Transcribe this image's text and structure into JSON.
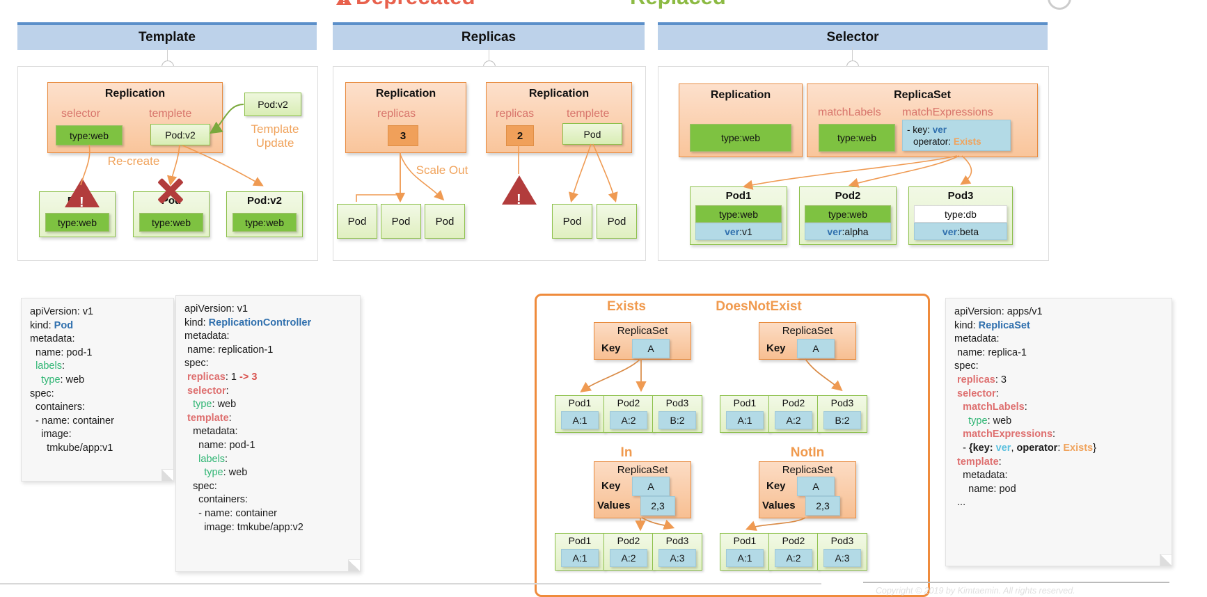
{
  "banner": {
    "deprecated": "Deprecated",
    "replaced": "Replaced"
  },
  "columns": [
    {
      "id": "template",
      "title": "Template"
    },
    {
      "id": "replicas",
      "title": "Replicas"
    },
    {
      "id": "selector",
      "title": "Selector"
    }
  ],
  "template_panel": {
    "controller": {
      "title": "Replication",
      "selector_label": "selector",
      "template_label": "templete",
      "selector_value": "type:web",
      "template_value": "Pod:v2"
    },
    "new_template_chip": "Pod:v2",
    "annotations": {
      "template_update": "Template\nUpdate",
      "recreate": "Re-create"
    },
    "pods": [
      {
        "title": "Pod",
        "label": "type:web",
        "mark": "warning"
      },
      {
        "title": "Pod",
        "label": "type:web",
        "mark": "deleted"
      },
      {
        "title": "Pod:v2",
        "label": "type:web",
        "mark": "none"
      }
    ]
  },
  "replicas_panel": {
    "left": {
      "title": "Replication",
      "replicas_label": "replicas",
      "replicas_value": "3",
      "annotation": "Scale Out",
      "pods": [
        "Pod",
        "Pod",
        "Pod"
      ]
    },
    "right": {
      "title": "Replication",
      "replicas_label": "replicas",
      "replicas_value": "2",
      "template_label": "templete",
      "template_value": "Pod",
      "pods": [
        "Pod",
        "Pod"
      ]
    }
  },
  "selector_panel": {
    "replication": {
      "title": "Replication",
      "label": "type:web"
    },
    "replicaset": {
      "title": "ReplicaSet",
      "matchlabels_label": "matchLabels",
      "matchexpressions_label": "matchExpressions",
      "matchlabels_value": "type:web",
      "expr_key_prefix": "- key:",
      "expr_key_value": "ver",
      "expr_operator_prefix": "operator:",
      "expr_operator_value": "Exists"
    },
    "pods": [
      {
        "title": "Pod1",
        "type": "type:web",
        "type_style": "green",
        "ver_key": "ver",
        "ver_value": ":v1"
      },
      {
        "title": "Pod2",
        "type": "type:web",
        "type_style": "green",
        "ver_key": "ver",
        "ver_value": ":alpha"
      },
      {
        "title": "Pod3",
        "type": "type:db",
        "type_style": "white",
        "ver_key": "ver",
        "ver_value": ":beta"
      }
    ]
  },
  "operators": {
    "exists": {
      "title": "Exists",
      "rs_title": "ReplicaSet",
      "key_label": "Key",
      "key_value": "A",
      "pods": [
        {
          "title": "Pod1",
          "label": "A:1",
          "matched": true
        },
        {
          "title": "Pod2",
          "label": "A:2",
          "matched": true
        },
        {
          "title": "Pod3",
          "label": "B:2",
          "matched": false
        }
      ]
    },
    "doesnotexist": {
      "title": "DoesNotExist",
      "rs_title": "ReplicaSet",
      "key_label": "Key",
      "key_value": "A",
      "pods": [
        {
          "title": "Pod1",
          "label": "A:1",
          "matched": false
        },
        {
          "title": "Pod2",
          "label": "A:2",
          "matched": false
        },
        {
          "title": "Pod3",
          "label": "B:2",
          "matched": true
        }
      ]
    },
    "in": {
      "title": "In",
      "rs_title": "ReplicaSet",
      "key_label": "Key",
      "key_value": "A",
      "values_label": "Values",
      "values_value": "2,3",
      "pods": [
        {
          "title": "Pod1",
          "label": "A:1",
          "matched": false
        },
        {
          "title": "Pod2",
          "label": "A:2",
          "matched": true
        },
        {
          "title": "Pod3",
          "label": "A:3",
          "matched": true
        }
      ]
    },
    "notin": {
      "title": "NotIn",
      "rs_title": "ReplicaSet",
      "key_label": "Key",
      "key_value": "A",
      "values_label": "Values",
      "values_value": "2,3",
      "pods": [
        {
          "title": "Pod1",
          "label": "A:1",
          "matched": true
        },
        {
          "title": "Pod2",
          "label": "A:2",
          "matched": false
        },
        {
          "title": "Pod3",
          "label": "A:3",
          "matched": false
        }
      ]
    }
  },
  "yaml_pod": {
    "lines": [
      "apiVersion: v1",
      "kind: Pod",
      "metadata:",
      "  name: pod-1",
      "  labels:",
      "    type: web",
      "spec:",
      "  containers:",
      "  - name: container",
      "    image:",
      "      tmkube/app:v1"
    ]
  },
  "yaml_rc": {
    "lines": [
      "apiVersion: v1",
      "kind: ReplicationController",
      "metadata:",
      " name: replication-1",
      "spec:",
      " replicas: 1 -> 3",
      " selector:",
      "   type: web",
      " template:",
      "   metadata:",
      "     name: pod-1",
      "     labels:",
      "       type: web",
      "   spec:",
      "     containers:",
      "     - name: container",
      "       image: tmkube/app:v2"
    ]
  },
  "yaml_rs": {
    "lines": [
      "apiVersion: apps/v1",
      "kind: ReplicaSet",
      "metadata:",
      " name: replica-1",
      "spec:",
      " replicas: 3",
      " selector:",
      "   matchLabels:",
      "     type: web",
      "   matchExpressions:",
      "   - {key: ver, operator: Exists}",
      " template:",
      "   metadata:",
      "     name: pod",
      " ..."
    ]
  },
  "footer": {
    "copyright": "Copyright © 2019 by Kimtaemin. All rights reserved."
  },
  "colors": {
    "header_bar": "#bdd2ea",
    "header_top": "#5b8fc9",
    "orange_border": "#e88b3f",
    "green_chip": "#7ec241",
    "blue_chip": "#b3dae6",
    "anno_orange": "#f0a35c",
    "danger": "#b23c3c"
  }
}
